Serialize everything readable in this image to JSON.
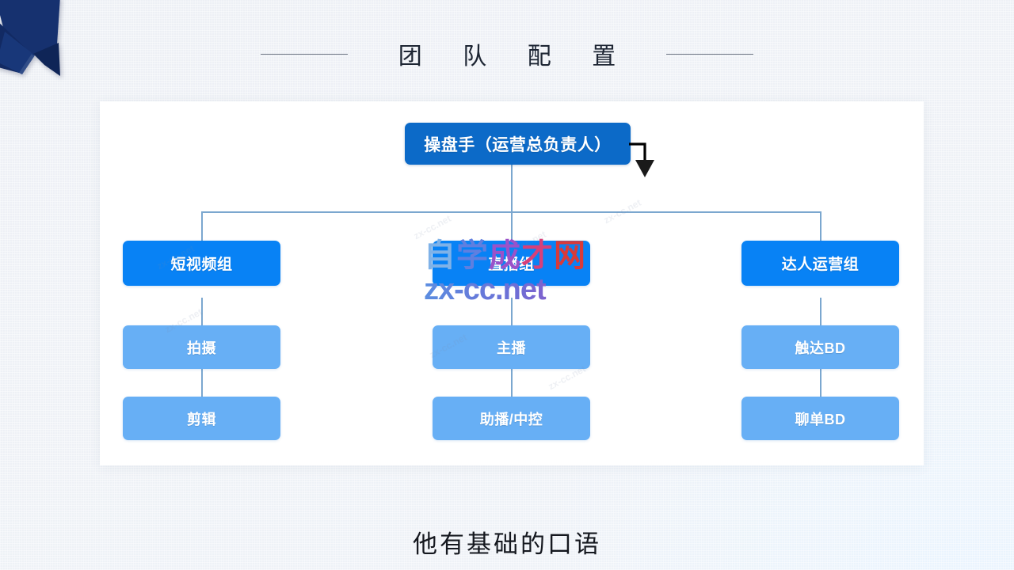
{
  "slide": {
    "title": "团 队 配 置",
    "caption": "他有基础的口语",
    "background_color": "#eef1f6",
    "card_color": "#ffffff",
    "corner_ribbon_color": "#13306e"
  },
  "colors": {
    "level1": "#0c6ac8",
    "level2": "#0882f5",
    "level3": "#67aff5",
    "connector": "#7ba7cf",
    "arrow": "#000000"
  },
  "org_chart": {
    "root": {
      "label": "操盘手（运营总负责人）"
    },
    "branches": [
      {
        "group": "短视频组",
        "children": [
          {
            "label": "拍摄"
          },
          {
            "label": "剪辑"
          }
        ]
      },
      {
        "group": "直播组",
        "children": [
          {
            "label": "主播"
          },
          {
            "label": "助播/中控"
          }
        ]
      },
      {
        "group": "达人运营组",
        "children": [
          {
            "label": "触达BD"
          },
          {
            "label": "聊单BD"
          }
        ]
      }
    ]
  },
  "watermark": {
    "cn_chars": [
      "自",
      "学",
      "成",
      "才",
      "网"
    ],
    "url": "zx-cc.net",
    "tile_text": "zx-cc.net"
  },
  "annotations": {
    "down_arrow": "down-arrow-pointer"
  }
}
